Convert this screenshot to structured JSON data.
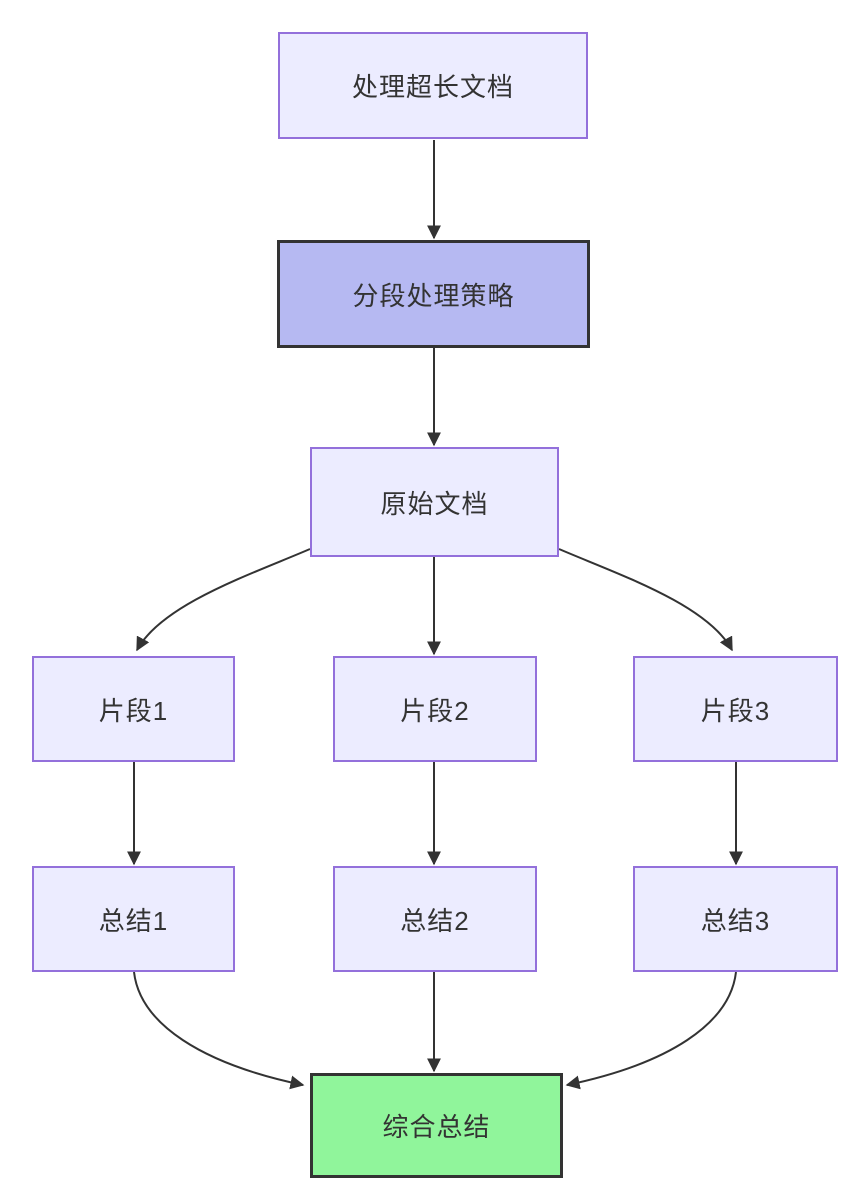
{
  "diagram": {
    "type": "flowchart",
    "direction": "top-down",
    "nodes": [
      {
        "id": "A",
        "label": "处理超长文档",
        "style": "default"
      },
      {
        "id": "B",
        "label": "分段处理策略",
        "style": "highlight"
      },
      {
        "id": "C",
        "label": "原始文档",
        "style": "default"
      },
      {
        "id": "D1",
        "label": "片段1",
        "style": "default"
      },
      {
        "id": "D2",
        "label": "片段2",
        "style": "default"
      },
      {
        "id": "D3",
        "label": "片段3",
        "style": "default"
      },
      {
        "id": "E1",
        "label": "总结1",
        "style": "default"
      },
      {
        "id": "E2",
        "label": "总结2",
        "style": "default"
      },
      {
        "id": "E3",
        "label": "总结3",
        "style": "default"
      },
      {
        "id": "F",
        "label": "综合总结",
        "style": "success"
      }
    ],
    "edges": [
      {
        "from": "处理超长文档",
        "to": "分段处理策略"
      },
      {
        "from": "分段处理策略",
        "to": "原始文档"
      },
      {
        "from": "原始文档",
        "to": "片段1"
      },
      {
        "from": "原始文档",
        "to": "片段2"
      },
      {
        "from": "原始文档",
        "to": "片段3"
      },
      {
        "from": "片段1",
        "to": "总结1"
      },
      {
        "from": "片段2",
        "to": "总结2"
      },
      {
        "from": "片段3",
        "to": "总结3"
      },
      {
        "from": "总结1",
        "to": "综合总结"
      },
      {
        "from": "总结2",
        "to": "综合总结"
      },
      {
        "from": "总结3",
        "to": "综合总结"
      }
    ],
    "colors": {
      "background": "#FFFFFF",
      "node_fill": "#ECECFF",
      "node_border": "#9370DB",
      "highlight_fill": "#B6B9F2",
      "highlight_border": "#333333",
      "success_fill": "#90F59B",
      "success_border": "#333333",
      "edge": "#333333",
      "text": "#333333"
    }
  }
}
